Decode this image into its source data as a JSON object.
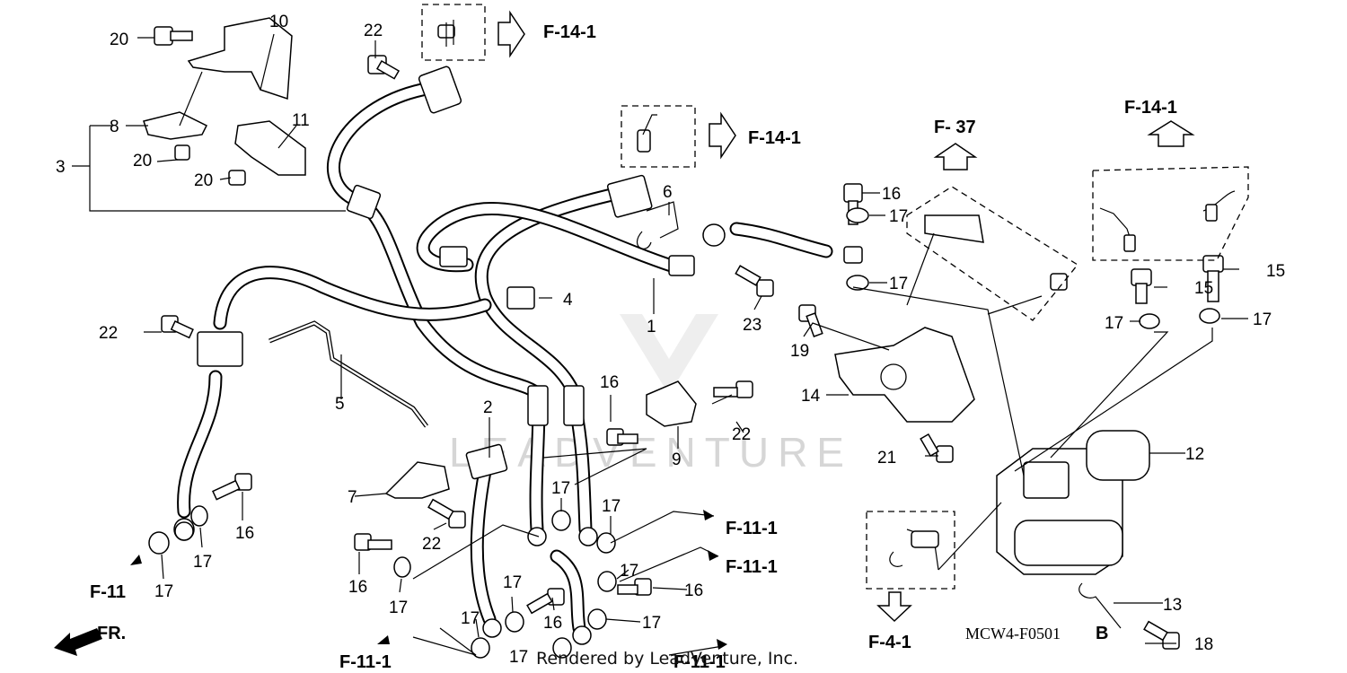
{
  "callouts": {
    "c1": "1",
    "c2": "2",
    "c3": "3",
    "c4": "4",
    "c5": "5",
    "c6": "6",
    "c7": "7",
    "c8": "8",
    "c9": "9",
    "c10": "10",
    "c11": "11",
    "c12": "12",
    "c13": "13",
    "c14": "14",
    "c15": "15",
    "c16": "16",
    "c17": "17",
    "c18": "18",
    "c19": "19",
    "c20": "20",
    "c21": "21",
    "c22": "22",
    "c23": "23"
  },
  "references": {
    "f14_1": "F-14-1",
    "f37": "F- 37",
    "f11": "F-11",
    "f11_1": "F-11-1",
    "f4_1": "F-4-1"
  },
  "orientation": "FR.",
  "diagram_code": "MCW4-F0501",
  "diagram_suffix": "B",
  "watermark": "LEADVENTURE",
  "footer": "Rendered by LeadVenture, Inc."
}
